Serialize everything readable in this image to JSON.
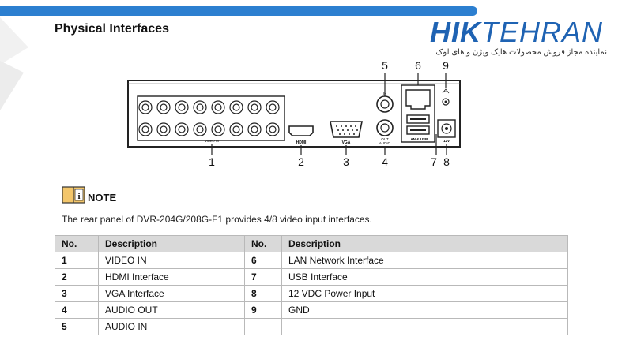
{
  "header": {
    "title": "Physical Interfaces"
  },
  "logo": {
    "brand_bold": "HIK",
    "brand_light": "TEHRAN",
    "tagline": "نماینده مجاز فروش محصولات هایک ویژن و های لوک"
  },
  "diagram": {
    "callouts": [
      "1",
      "2",
      "3",
      "4",
      "5",
      "6",
      "7",
      "8",
      "9"
    ],
    "port_labels": {
      "video_in": "VIDEO IN",
      "hdmi": "HDMI",
      "vga": "VGA",
      "audio_in": "IN",
      "audio_out_1": "OUT",
      "audio_out_2": "AUDIO",
      "lan_usb": "LAN & USB",
      "power": "12V"
    }
  },
  "note": {
    "label": "NOTE",
    "icon": "note-book-icon",
    "text": "The rear panel of DVR-204G/208G-F1 provides 4/8 video input interfaces."
  },
  "table": {
    "headers": [
      "No.",
      "Description",
      "No.",
      "Description"
    ],
    "rows": [
      [
        "1",
        "VIDEO IN",
        "6",
        "LAN Network Interface"
      ],
      [
        "2",
        "HDMI Interface",
        "7",
        "USB Interface"
      ],
      [
        "3",
        "VGA Interface",
        "8",
        "12 VDC Power Input"
      ],
      [
        "4",
        "AUDIO OUT",
        "9",
        "GND"
      ],
      [
        "5",
        "AUDIO IN",
        "",
        ""
      ]
    ]
  },
  "colors": {
    "accent_bar": "#2c7fd0",
    "logo": "#1f63b3"
  }
}
